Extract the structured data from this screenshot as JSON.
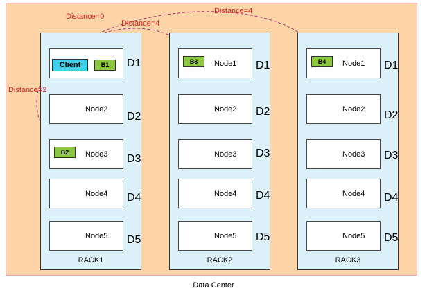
{
  "data_center": {
    "label": "Data Center"
  },
  "racks": [
    {
      "label": "RACK1",
      "nodes": [
        {
          "d": "D1",
          "client": "Client",
          "block": "B1"
        },
        {
          "d": "D2",
          "name": "Node2"
        },
        {
          "d": "D3",
          "name": "Node3",
          "block": "B2"
        },
        {
          "d": "D4",
          "name": "Node4"
        },
        {
          "d": "D5",
          "name": "Node5"
        }
      ]
    },
    {
      "label": "RACK2",
      "nodes": [
        {
          "d": "D1",
          "name": "Node1",
          "block": "B3"
        },
        {
          "d": "D2",
          "name": "Node2"
        },
        {
          "d": "D3",
          "name": "Node3"
        },
        {
          "d": "D4",
          "name": "Node4"
        },
        {
          "d": "D5",
          "name": "Node5"
        }
      ]
    },
    {
      "label": "RACK3",
      "nodes": [
        {
          "d": "D1",
          "name": "Node1",
          "block": "B4"
        },
        {
          "d": "D2",
          "name": "Node2"
        },
        {
          "d": "D3",
          "name": "Node3"
        },
        {
          "d": "D4",
          "name": "Node4"
        },
        {
          "d": "D5",
          "name": "Node5"
        }
      ]
    }
  ],
  "distances": {
    "b1": "Distance=0",
    "b2": "Distance=2",
    "b3": "Distance=4",
    "b4": "Distance=4"
  },
  "colors": {
    "data_center_bg": "#fcd4a8",
    "rack_bg": "#ddf1fb",
    "block": "#8dc63f",
    "client": "#3fd0e8",
    "distance_text": "#e02020",
    "arc_line": "#b03070"
  }
}
